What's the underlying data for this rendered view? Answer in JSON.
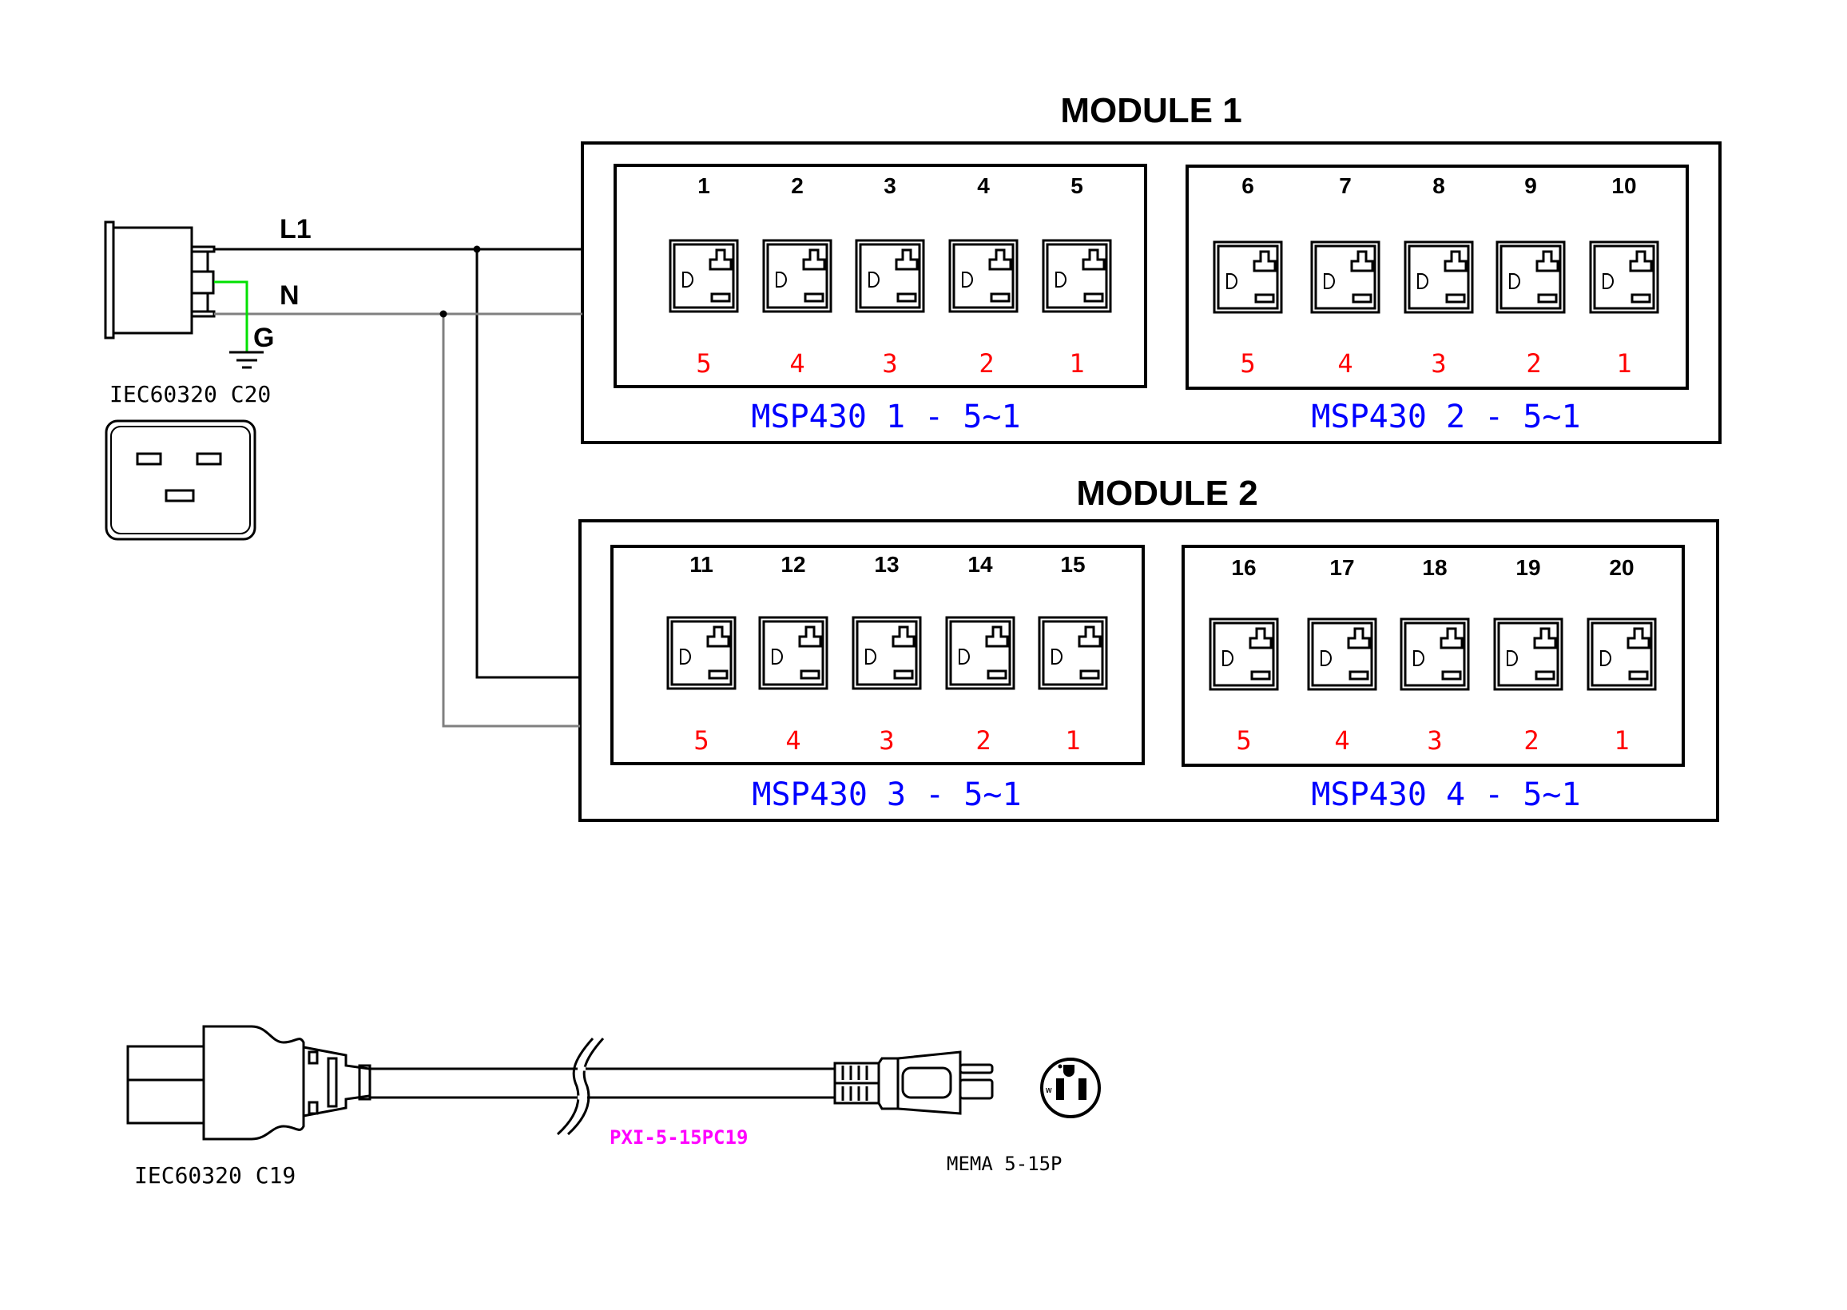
{
  "colors": {
    "line": "#000000",
    "neutral_wire": "#808080",
    "ground_wire": "#00e000",
    "port_number": "#ff0000",
    "msp_label": "#0000ff",
    "cable_label": "#ff00ff"
  },
  "inlet": {
    "label": "IEC60320 C20",
    "wires": {
      "line": "L1",
      "neutral": "N",
      "ground": "G"
    }
  },
  "modules": [
    {
      "title": "MODULE 1",
      "groups": [
        {
          "label": "MSP430 1 - 5~1",
          "outlets": [
            "1",
            "2",
            "3",
            "4",
            "5"
          ],
          "ports": [
            "5",
            "4",
            "3",
            "2",
            "1"
          ]
        },
        {
          "label": "MSP430 2 - 5~1",
          "outlets": [
            "6",
            "7",
            "8",
            "9",
            "10"
          ],
          "ports": [
            "5",
            "4",
            "3",
            "2",
            "1"
          ]
        }
      ]
    },
    {
      "title": "MODULE 2",
      "groups": [
        {
          "label": "MSP430 3 - 5~1",
          "outlets": [
            "11",
            "12",
            "13",
            "14",
            "15"
          ],
          "ports": [
            "5",
            "4",
            "3",
            "2",
            "1"
          ]
        },
        {
          "label": "MSP430 4 - 5~1",
          "outlets": [
            "16",
            "17",
            "18",
            "19",
            "20"
          ],
          "ports": [
            "5",
            "4",
            "3",
            "2",
            "1"
          ]
        }
      ]
    }
  ],
  "cable": {
    "connector_label": "IEC60320 C19",
    "part_number": "PXI-5-15PC19",
    "plug_label": "MEMA 5-15P",
    "receptacle_icon": "nema-5-15-face-icon"
  }
}
